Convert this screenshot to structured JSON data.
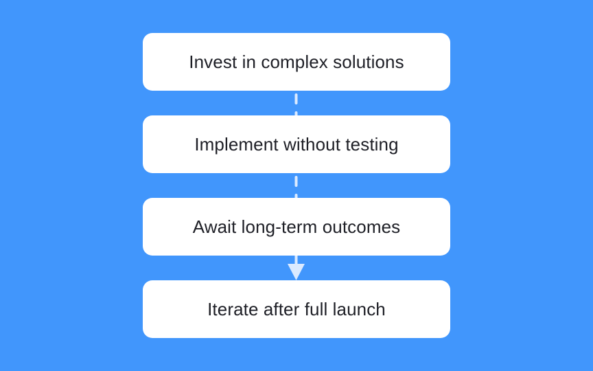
{
  "colors": {
    "background": "#4196fc",
    "box": "#ffffff",
    "text": "#1e1f26",
    "connector": "#dbeaff"
  },
  "steps": [
    {
      "label": "Invest in complex solutions"
    },
    {
      "label": "Implement without testing"
    },
    {
      "label": "Await long-term outcomes"
    },
    {
      "label": "Iterate after full launch"
    }
  ],
  "connectors": [
    {
      "from": 0,
      "to": 1,
      "style": "dashed"
    },
    {
      "from": 1,
      "to": 2,
      "style": "dashed"
    },
    {
      "from": 2,
      "to": 3,
      "style": "arrow"
    }
  ]
}
